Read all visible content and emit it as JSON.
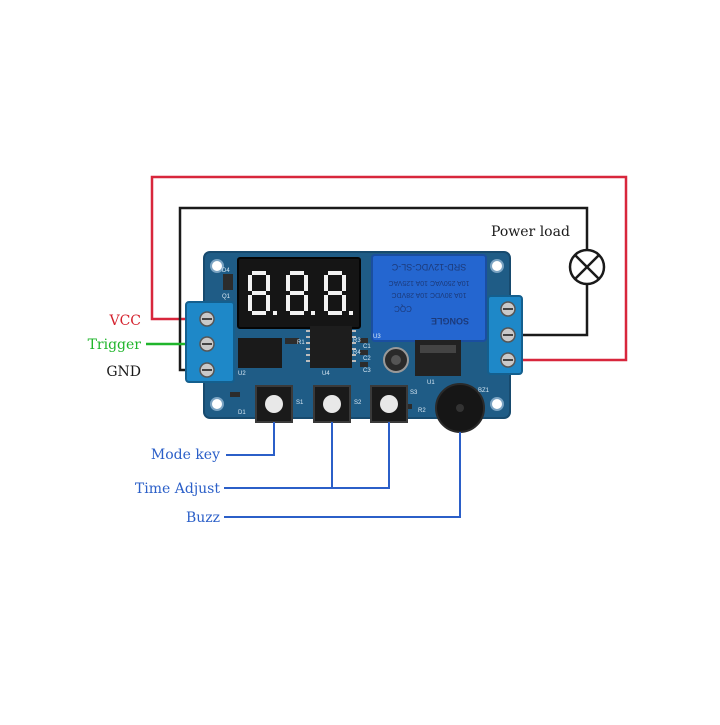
{
  "labels": {
    "vcc": "VCC",
    "trigger": "Trigger",
    "gnd": "GND",
    "power_load": "Power load",
    "mode_key": "Mode key",
    "time_adjust": "Time Adjust",
    "buzz": "Buzz"
  },
  "display": {
    "digits": "8.8.8."
  },
  "relay": {
    "model": "SRD-12VDC-SL-C",
    "rating1": "10A 250VAC 10A 125VAC",
    "rating2": "10A 30VDC 10A 28VDC",
    "brand": "SONGLE",
    "cert": "CQC"
  },
  "pcb_marks": {
    "u2": "U2",
    "u4": "U4",
    "u3": "U3",
    "u1": "U1",
    "s1": "S1",
    "s2": "S2",
    "s3": "S3",
    "d1": "D1",
    "r1": "R1",
    "r2": "R2",
    "r3": "R3",
    "r4": "R4",
    "c1": "C1",
    "c2": "C2",
    "c3": "C3",
    "bz1": "BZ1",
    "d4": "D4",
    "q1": "Q1"
  },
  "colors": {
    "vcc_wire": "#d8263c",
    "gnd_wire": "#1a1a1a",
    "trigger_label": "#1fb52b",
    "vcc_label": "#d4202c",
    "callout": "#2b5fc8",
    "pcb": "#1f5c86",
    "terminal": "#1e88c8",
    "relay": "#2466d0"
  }
}
